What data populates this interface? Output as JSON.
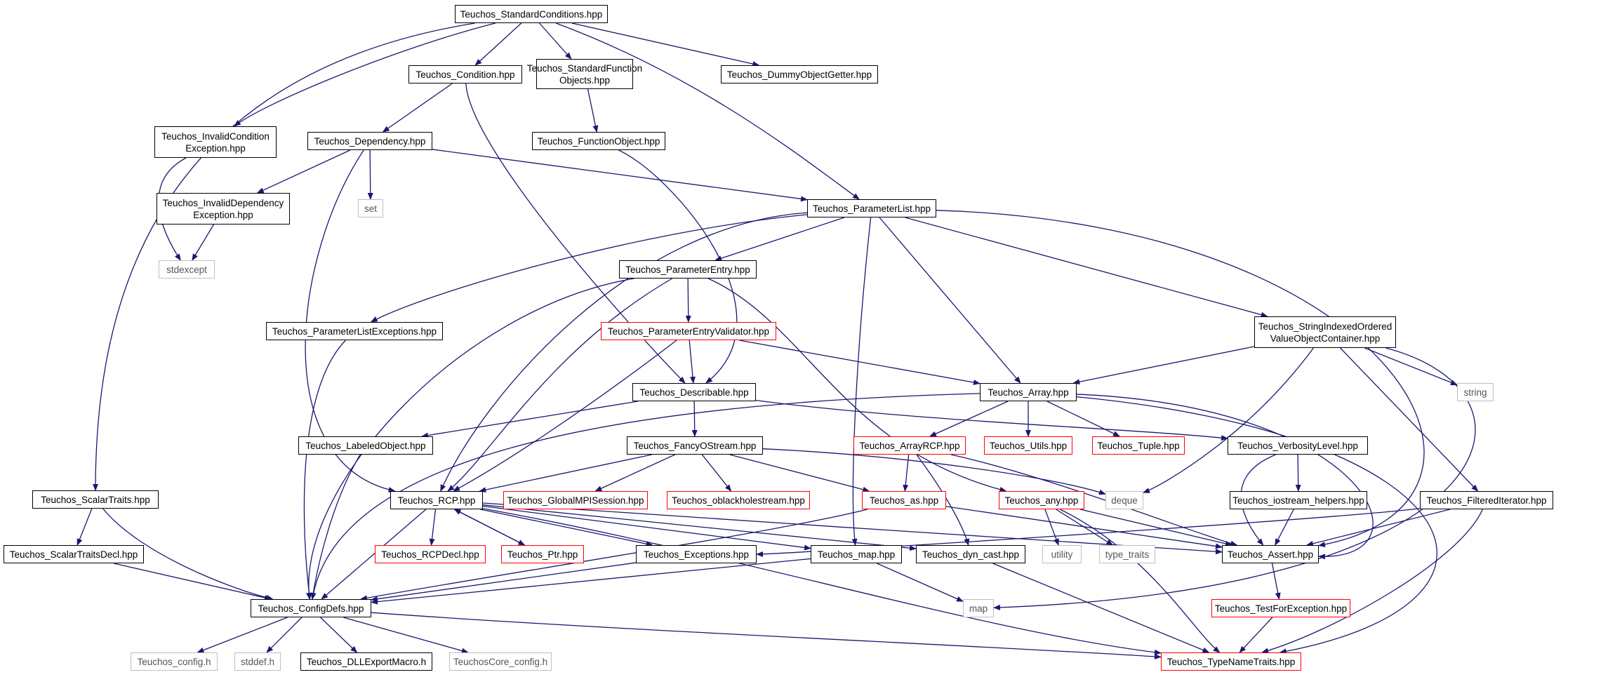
{
  "diagram": {
    "colors": {
      "edge": "#191970",
      "node_border": "#000000",
      "root_fill": "#bfbfbf",
      "linked_border": "#ff0000",
      "system_border": "#bfbfbf"
    },
    "nodes": [
      {
        "id": "n_standard_conditions",
        "label": "Teuchos_StandardConditions.hpp",
        "kind": "root"
      },
      {
        "id": "n_condition",
        "label": "Teuchos_Condition.hpp",
        "kind": "normal"
      },
      {
        "id": "n_standard_function_objects",
        "label": "Teuchos_StandardFunction\nObjects.hpp",
        "kind": "normal"
      },
      {
        "id": "n_dummy_object_getter",
        "label": "Teuchos_DummyObjectGetter.hpp",
        "kind": "normal"
      },
      {
        "id": "n_invalid_condition_exception",
        "label": "Teuchos_InvalidCondition\nException.hpp",
        "kind": "normal"
      },
      {
        "id": "n_dependency",
        "label": "Teuchos_Dependency.hpp",
        "kind": "normal"
      },
      {
        "id": "n_function_object",
        "label": "Teuchos_FunctionObject.hpp",
        "kind": "normal"
      },
      {
        "id": "n_invalid_dependency_exception",
        "label": "Teuchos_InvalidDependency\nException.hpp",
        "kind": "normal"
      },
      {
        "id": "n_set",
        "label": "set",
        "kind": "system"
      },
      {
        "id": "n_parameter_list",
        "label": "Teuchos_ParameterList.hpp",
        "kind": "normal"
      },
      {
        "id": "n_stdexcept",
        "label": "stdexcept",
        "kind": "system"
      },
      {
        "id": "n_parameter_entry",
        "label": "Teuchos_ParameterEntry.hpp",
        "kind": "normal"
      },
      {
        "id": "n_parameter_list_exceptions",
        "label": "Teuchos_ParameterListExceptions.hpp",
        "kind": "normal"
      },
      {
        "id": "n_parameter_entry_validator",
        "label": "Teuchos_ParameterEntryValidator.hpp",
        "kind": "linked"
      },
      {
        "id": "n_string_indexed",
        "label": "Teuchos_StringIndexedOrdered\nValueObjectContainer.hpp",
        "kind": "normal"
      },
      {
        "id": "n_describable",
        "label": "Teuchos_Describable.hpp",
        "kind": "normal"
      },
      {
        "id": "n_array",
        "label": "Teuchos_Array.hpp",
        "kind": "normal"
      },
      {
        "id": "n_string",
        "label": "string",
        "kind": "system"
      },
      {
        "id": "n_labeled_object",
        "label": "Teuchos_LabeledObject.hpp",
        "kind": "normal"
      },
      {
        "id": "n_fancy_ostream",
        "label": "Teuchos_FancyOStream.hpp",
        "kind": "normal"
      },
      {
        "id": "n_array_rcp",
        "label": "Teuchos_ArrayRCP.hpp",
        "kind": "linked"
      },
      {
        "id": "n_utils",
        "label": "Teuchos_Utils.hpp",
        "kind": "linked"
      },
      {
        "id": "n_tuple",
        "label": "Teuchos_Tuple.hpp",
        "kind": "linked"
      },
      {
        "id": "n_verbosity_level",
        "label": "Teuchos_VerbosityLevel.hpp",
        "kind": "normal"
      },
      {
        "id": "n_scalar_traits",
        "label": "Teuchos_ScalarTraits.hpp",
        "kind": "normal"
      },
      {
        "id": "n_rcp",
        "label": "Teuchos_RCP.hpp",
        "kind": "normal"
      },
      {
        "id": "n_global_mpi_session",
        "label": "Teuchos_GlobalMPISession.hpp",
        "kind": "linked"
      },
      {
        "id": "n_oblackholestream",
        "label": "Teuchos_oblackholestream.hpp",
        "kind": "linked"
      },
      {
        "id": "n_as",
        "label": "Teuchos_as.hpp",
        "kind": "linked"
      },
      {
        "id": "n_any",
        "label": "Teuchos_any.hpp",
        "kind": "linked"
      },
      {
        "id": "n_deque",
        "label": "deque",
        "kind": "system"
      },
      {
        "id": "n_iostream_helpers",
        "label": "Teuchos_iostream_helpers.hpp",
        "kind": "normal"
      },
      {
        "id": "n_filtered_iterator",
        "label": "Teuchos_FilteredIterator.hpp",
        "kind": "normal"
      },
      {
        "id": "n_scalar_traits_decl",
        "label": "Teuchos_ScalarTraitsDecl.hpp",
        "kind": "normal"
      },
      {
        "id": "n_rcp_decl",
        "label": "Teuchos_RCPDecl.hpp",
        "kind": "linked"
      },
      {
        "id": "n_ptr",
        "label": "Teuchos_Ptr.hpp",
        "kind": "linked"
      },
      {
        "id": "n_exceptions",
        "label": "Teuchos_Exceptions.hpp",
        "kind": "normal"
      },
      {
        "id": "n_map_hpp",
        "label": "Teuchos_map.hpp",
        "kind": "normal"
      },
      {
        "id": "n_dyn_cast",
        "label": "Teuchos_dyn_cast.hpp",
        "kind": "normal"
      },
      {
        "id": "n_utility",
        "label": "utility",
        "kind": "system"
      },
      {
        "id": "n_type_traits",
        "label": "type_traits",
        "kind": "system"
      },
      {
        "id": "n_assert",
        "label": "Teuchos_Assert.hpp",
        "kind": "normal"
      },
      {
        "id": "n_config_defs",
        "label": "Teuchos_ConfigDefs.hpp",
        "kind": "normal"
      },
      {
        "id": "n_map",
        "label": "map",
        "kind": "system"
      },
      {
        "id": "n_test_for_exception",
        "label": "Teuchos_TestForException.hpp",
        "kind": "linked"
      },
      {
        "id": "n_teuchos_config",
        "label": "Teuchos_config.h",
        "kind": "system"
      },
      {
        "id": "n_stddef",
        "label": "stddef.h",
        "kind": "system"
      },
      {
        "id": "n_dll_export_macro",
        "label": "Teuchos_DLLExportMacro.h",
        "kind": "normal"
      },
      {
        "id": "n_teuchoscore_config",
        "label": "TeuchosCore_config.h",
        "kind": "system"
      },
      {
        "id": "n_type_name_traits",
        "label": "Teuchos_TypeNameTraits.hpp",
        "kind": "linked"
      }
    ]
  }
}
